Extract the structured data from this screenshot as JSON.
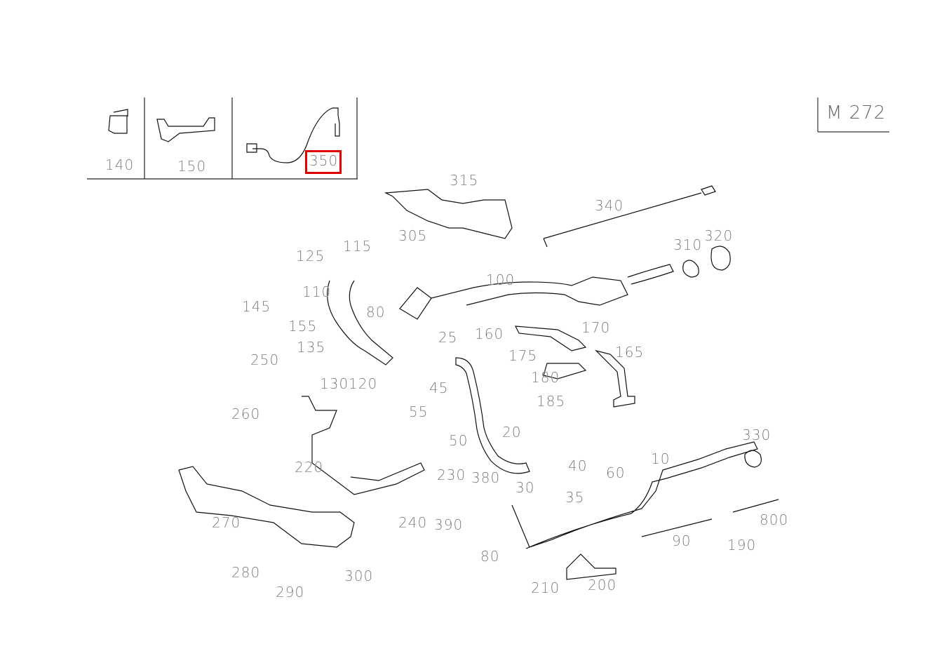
{
  "model_code": "M 272",
  "highlighted_part": "350",
  "colors": {
    "highlight": "#e00000",
    "lines": "#111111",
    "labels": "#555555"
  },
  "inset_labels": [
    "140",
    "150",
    "350"
  ],
  "labels": [
    "315",
    "305",
    "340",
    "310",
    "320",
    "125",
    "115",
    "110",
    "100",
    "145",
    "80",
    "155",
    "135",
    "160",
    "170",
    "25",
    "175",
    "165",
    "250",
    "130",
    "120",
    "180",
    "45",
    "185",
    "260",
    "55",
    "50",
    "20",
    "330",
    "10",
    "40",
    "220",
    "60",
    "230",
    "380",
    "30",
    "35",
    "270",
    "240",
    "390",
    "800",
    "90",
    "190",
    "80",
    "280",
    "300",
    "210",
    "200",
    "290"
  ]
}
